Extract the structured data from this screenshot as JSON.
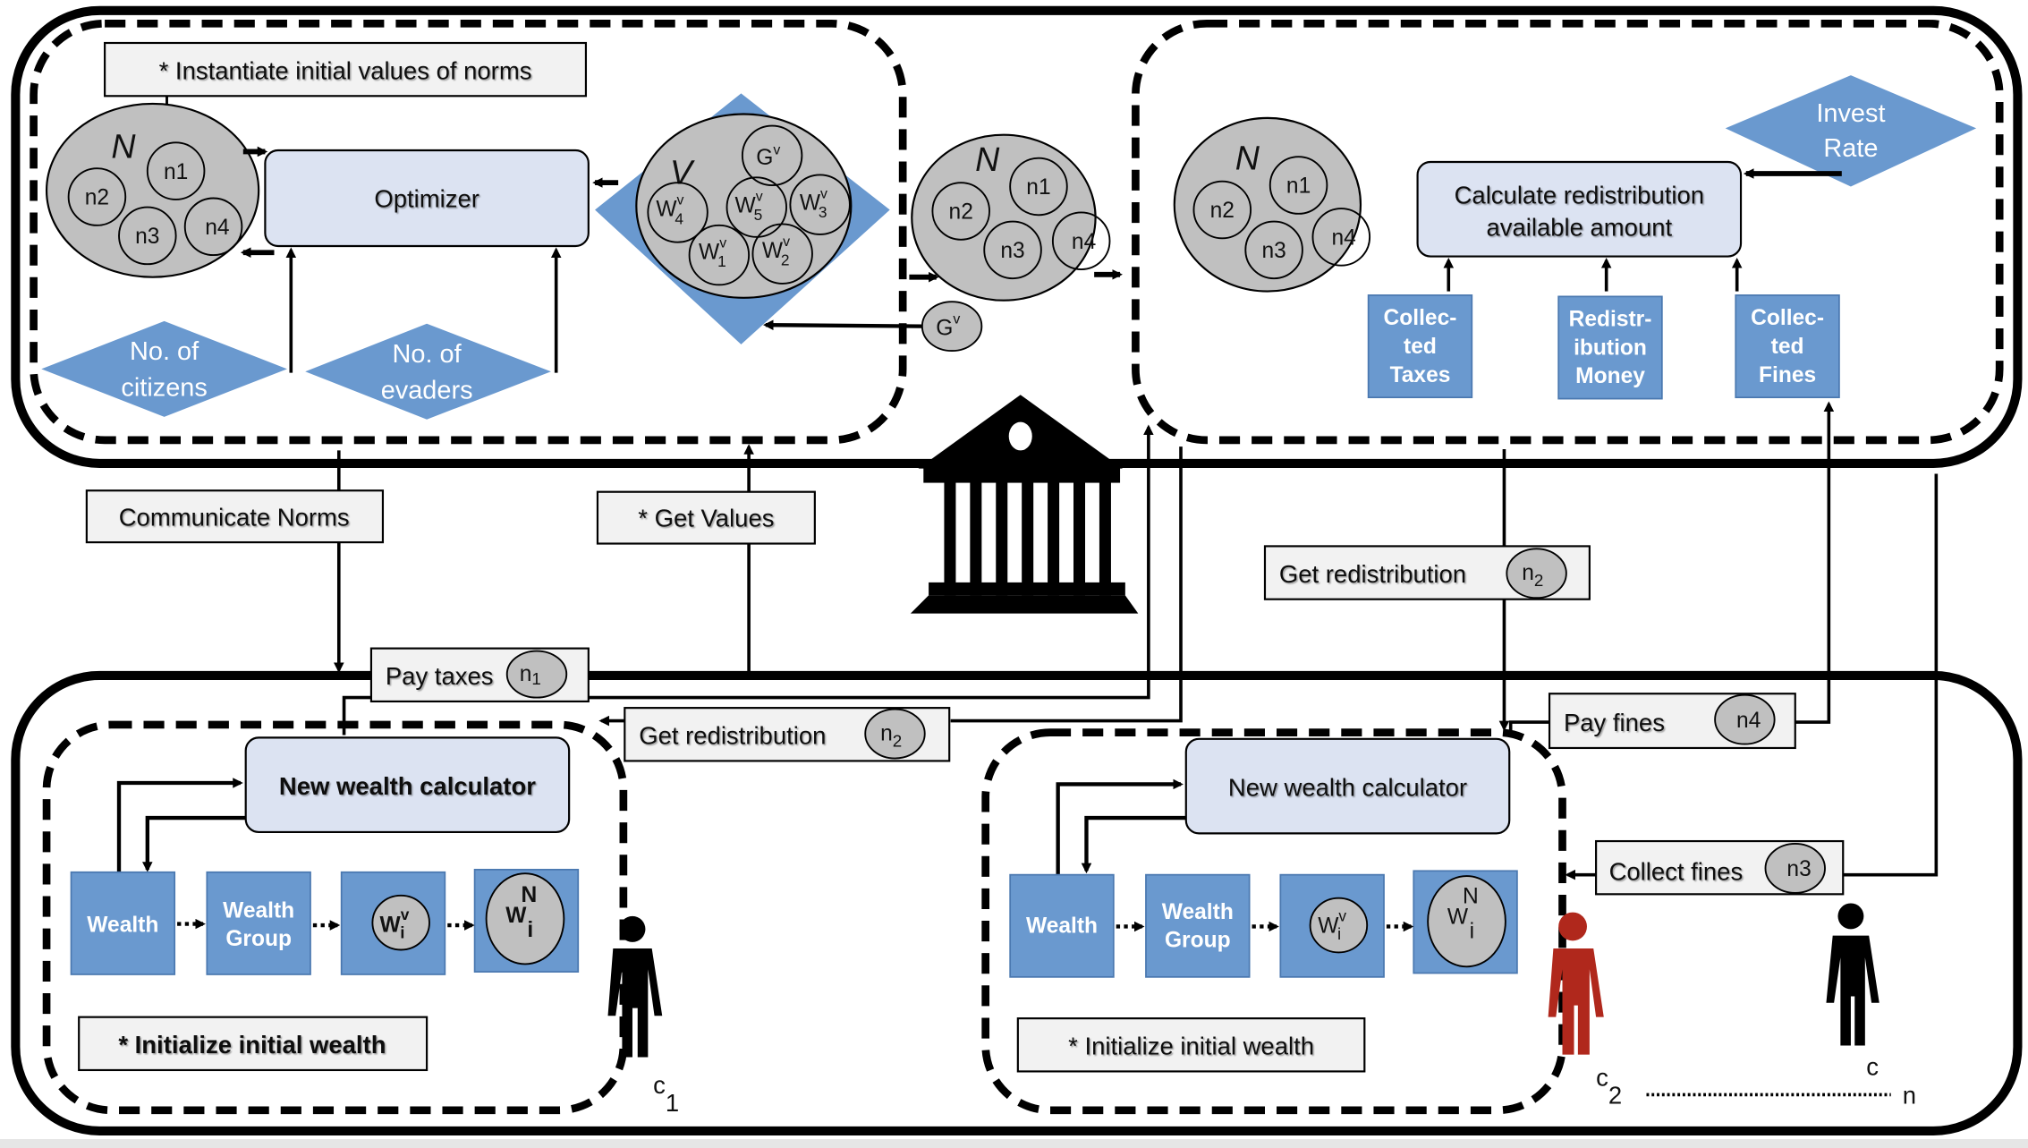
{
  "colors": {
    "accent_blue": "#6a99cf",
    "node_gray": "#c0c0c0",
    "box_light_blue": "#dce3f2",
    "label_box": "#f2f2f2",
    "evader_red": "#b0281c",
    "line": "#000000"
  },
  "government": {
    "instantiate_label": "* Instantiate initial values of norms",
    "norms_set_symbol": "N",
    "norms": [
      "n1",
      "n2",
      "n3",
      "n4"
    ],
    "optimizer_label": "Optimizer",
    "values_set_symbol": "V",
    "values": {
      "g": "G",
      "g_sup": "v",
      "w4": "W",
      "w4_sup": "v",
      "w4_sub": "4",
      "w5": "W",
      "w5_sup": "v",
      "w5_sub": "5",
      "w3": "W",
      "w3_sup": "v",
      "w3_sub": "3",
      "w1": "W",
      "w1_sup": "v",
      "w1_sub": "1",
      "w2": "W",
      "w2_sup": "v",
      "w2_sub": "2"
    },
    "citizens_count": [
      "No. of",
      "citizens"
    ],
    "evaders_count": [
      "No. of",
      "evaders"
    ],
    "gv_node": "G",
    "gv_sup": "v",
    "calc_redistribution": [
      "Calculate redistribution",
      "available amount"
    ],
    "invest_rate": [
      "Invest",
      "Rate"
    ],
    "collected_taxes": [
      "Collec-",
      "ted",
      "Taxes"
    ],
    "redistribution_money": [
      "Redistr-",
      "ibution",
      "Money"
    ],
    "collected_fines": [
      "Collec-",
      "ted",
      "Fines"
    ]
  },
  "messages": {
    "communicate_norms": "Communicate Norms",
    "get_values": "* Get Values",
    "pay_taxes": "Pay taxes",
    "pay_taxes_norm": "n",
    "pay_taxes_norm_sub": "1",
    "get_redistribution_top": "Get redistribution",
    "get_redistribution_bottom": "Get redistribution",
    "get_redistribution_norm": "n",
    "get_redistribution_norm_sub": "2",
    "pay_fines": "Pay fines",
    "pay_fines_norm": "n4",
    "collect_fines": "Collect fines",
    "collect_fines_norm": "n3"
  },
  "citizens": [
    {
      "id_main": "c",
      "id_sub": "1",
      "calculator_label": "New wealth calculator",
      "wealth": "Wealth",
      "wealth_group": [
        "Wealth",
        "Group"
      ],
      "wv": "W",
      "wv_sup": "v",
      "wv_sub": "i",
      "wn": "W",
      "wn_sup": "N",
      "wn_sub": "i",
      "init_label": "* Initialize initial wealth"
    },
    {
      "id_main": "c",
      "id_sub": "2",
      "calculator_label": "New wealth calculator",
      "wealth": "Wealth",
      "wealth_group": [
        "Wealth",
        "Group"
      ],
      "wv": "W",
      "wv_sup": "v",
      "wv_sub": "i",
      "wn": "W",
      "wn_sup": "N",
      "wn_sub": "i",
      "init_label": "* Initialize initial wealth"
    }
  ],
  "last_citizen": {
    "id_main": "c",
    "id_sub": "n"
  }
}
